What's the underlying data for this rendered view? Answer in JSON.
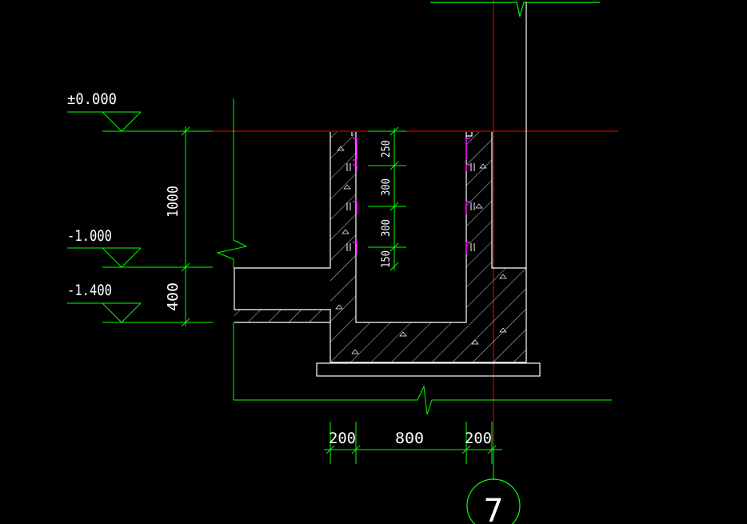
{
  "elevations": {
    "ground": "±0.000",
    "level_1": "-1.000",
    "level_2": "-1.400"
  },
  "left_dimensions": {
    "upper": "1000",
    "lower": "400"
  },
  "inner_dimensions": [
    "250",
    "300",
    "300",
    "150"
  ],
  "bottom_dimensions": {
    "left_wall": "200",
    "opening": "800",
    "right_wall": "200"
  },
  "grid_axis": {
    "label": "7"
  },
  "colors": {
    "background": "#000000",
    "outline": "#ffffff",
    "dimension": "#00ff00",
    "axis_line": "#ff0000",
    "rebar_mark": "#ff00ff",
    "hatch": "#ffffff"
  }
}
